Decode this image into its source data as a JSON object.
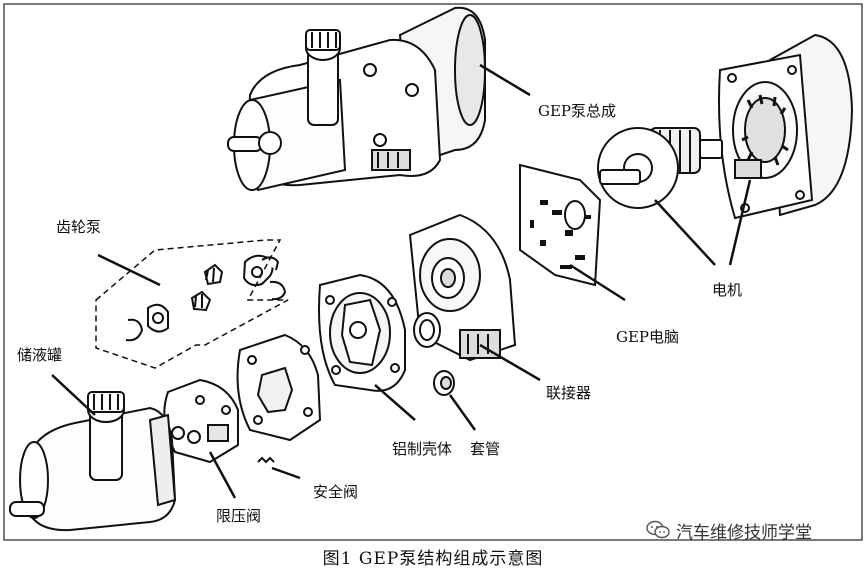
{
  "labels": {
    "gep_pump_assembly": "GEP泵总成",
    "gear_pump": "齿轮泵",
    "reservoir": "储液罐",
    "motor": "电机",
    "gep_ecu": "GEP电脑",
    "connector": "联接器",
    "aluminum_housing": "铝制壳体",
    "sleeve": "套管",
    "safety_valve": "安全阀",
    "pressure_limit_valve": "限压阀"
  },
  "caption": "图1 GEP泵结构组成示意图",
  "watermark": {
    "icon": "wechat-logo-icon",
    "text": "汽车维修技师学堂"
  }
}
